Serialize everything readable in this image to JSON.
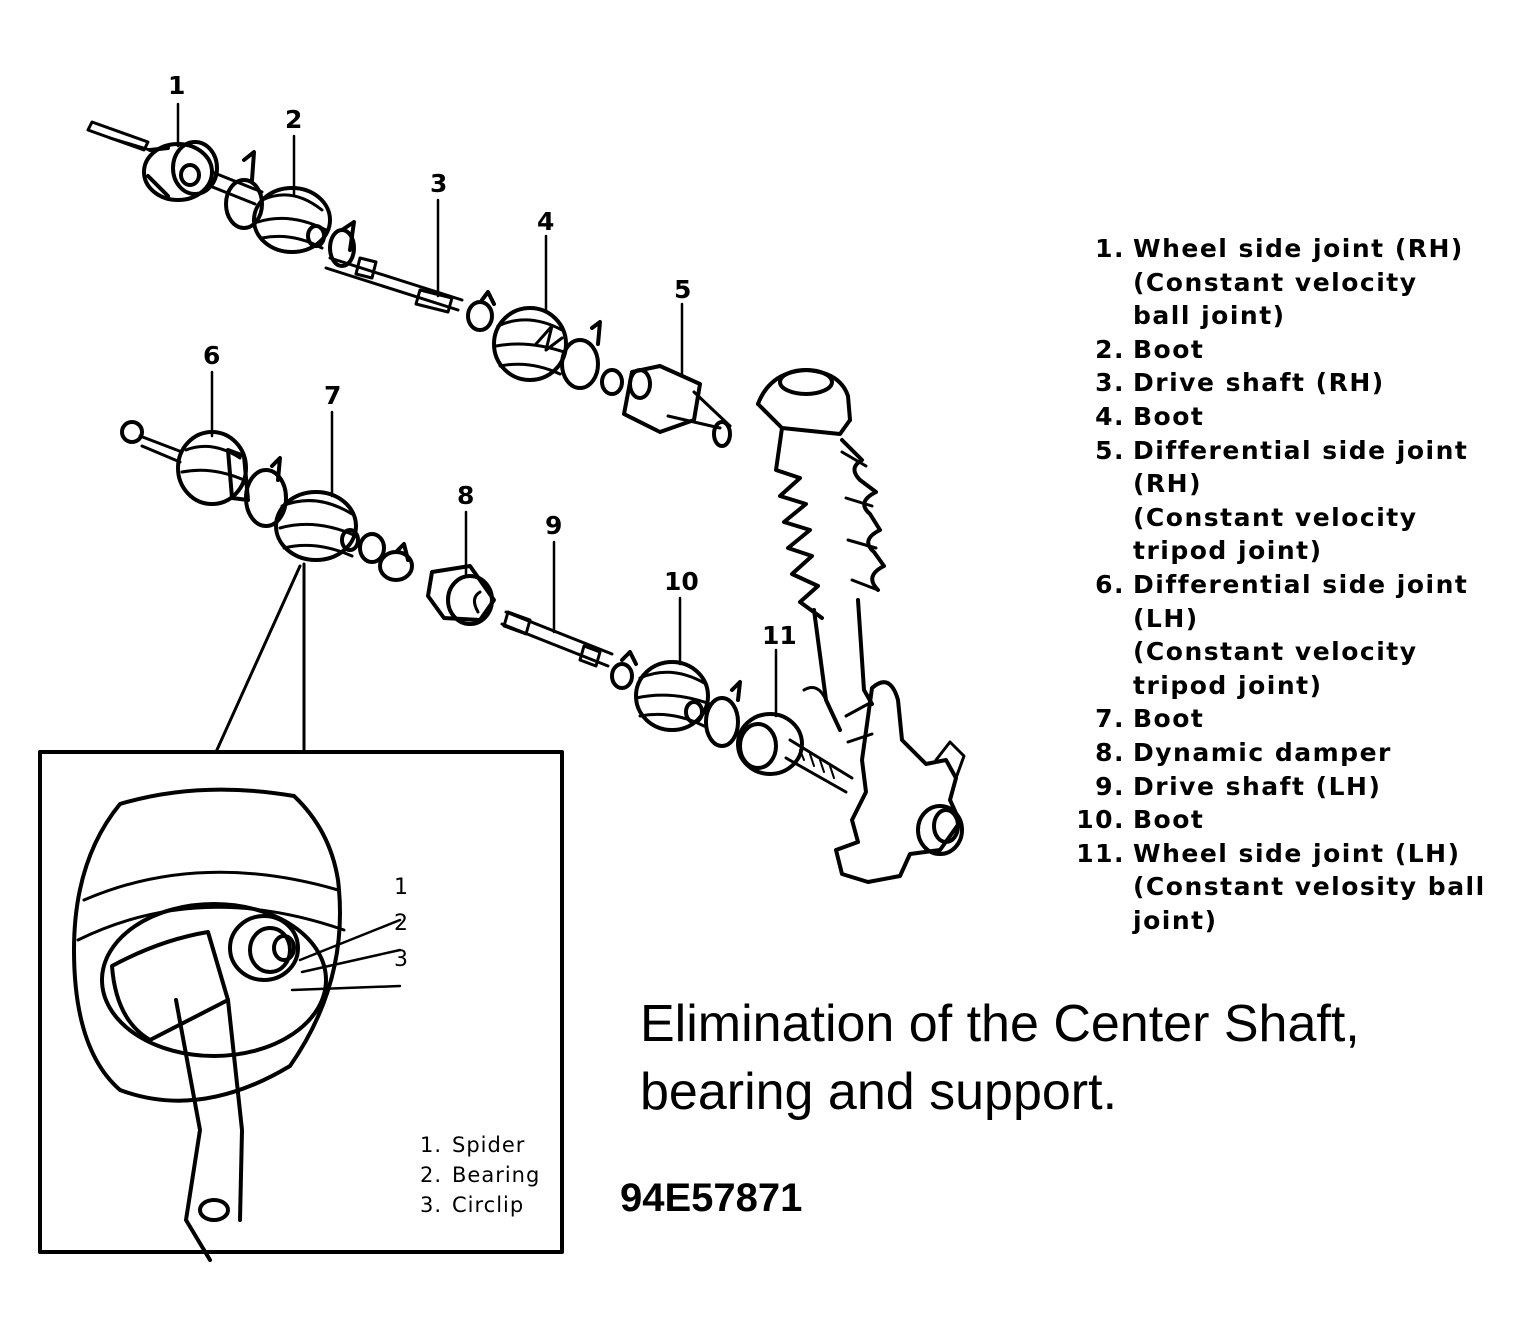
{
  "callouts": [
    "1",
    "2",
    "3",
    "4",
    "5",
    "6",
    "7",
    "8",
    "9",
    "10",
    "11"
  ],
  "inset_callouts": [
    "1",
    "2",
    "3"
  ],
  "legend": [
    {
      "num": "1.",
      "text": "Wheel side joint (RH)\n(Constant velocity\nball joint)"
    },
    {
      "num": "2.",
      "text": "Boot"
    },
    {
      "num": "3.",
      "text": "Drive shaft (RH)"
    },
    {
      "num": "4.",
      "text": "Boot"
    },
    {
      "num": "5.",
      "text": "Differential side joint\n(RH)\n(Constant velocity\ntripod joint)"
    },
    {
      "num": "6.",
      "text": "Differential side joint\n(LH)\n(Constant velocity\ntripod joint)"
    },
    {
      "num": "7.",
      "text": "Boot"
    },
    {
      "num": "8.",
      "text": "Dynamic damper"
    },
    {
      "num": "9.",
      "text": "Drive shaft (LH)"
    },
    {
      "num": "10.",
      "text": "Boot"
    },
    {
      "num": "11.",
      "text": "Wheel side joint (LH)\n(Constant velosity ball\njoint)"
    }
  ],
  "inset_legend": [
    {
      "num": "1.",
      "text": "Spider"
    },
    {
      "num": "2.",
      "text": "Bearing"
    },
    {
      "num": "3.",
      "text": "Circlip"
    }
  ],
  "caption": {
    "line1": "Elimination of the Center Shaft,",
    "line2": "bearing and support."
  },
  "figure_code": "94E57871"
}
